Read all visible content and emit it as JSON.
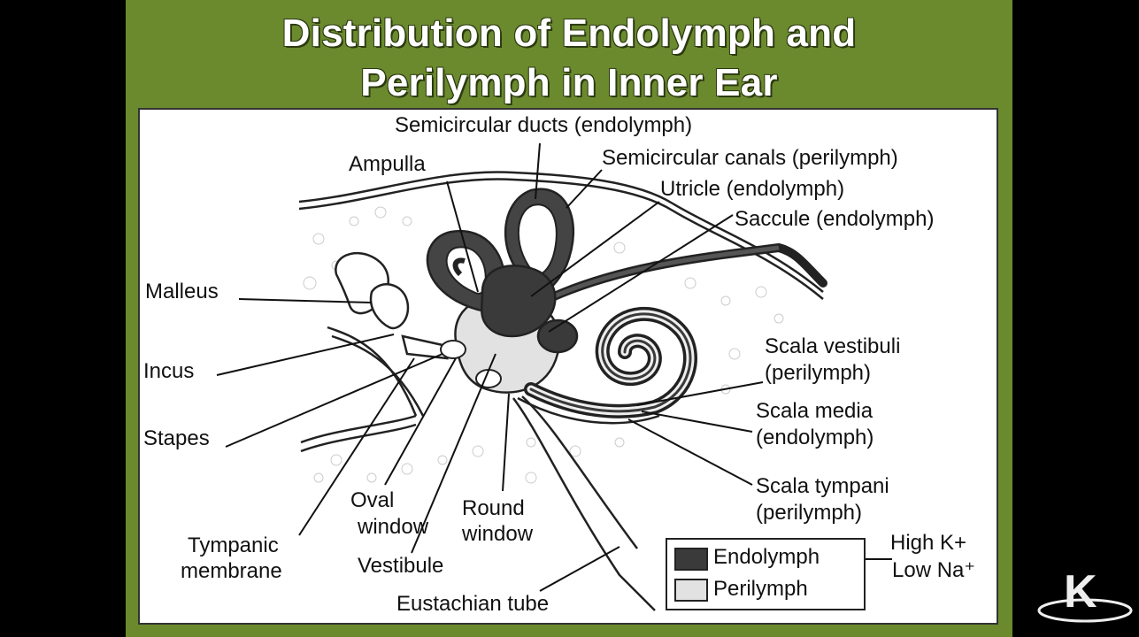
{
  "slide": {
    "title_line1": "Distribution of Endolymph and",
    "title_line2": "Perilymph in Inner Ear",
    "background_color": "#6b8a2e"
  },
  "labels": {
    "semicircular_ducts": "Semicircular ducts (endolymph)",
    "ampulla": "Ampulla",
    "semicircular_canals": "Semicircular canals (perilymph)",
    "utricle": "Utricle (endolymph)",
    "saccule": "Saccule (endolymph)",
    "malleus": "Malleus",
    "incus": "Incus",
    "stapes": "Stapes",
    "scala_vestibuli_1": "Scala vestibuli",
    "scala_vestibuli_2": "(perilymph)",
    "scala_media_1": "Scala media",
    "scala_media_2": "(endolymph)",
    "scala_tympani_1": "Scala tympani",
    "scala_tympani_2": "(perilymph)",
    "oval_window_1": "Oval",
    "oval_window_2": "window",
    "round_window_1": "Round",
    "round_window_2": "window",
    "tympanic_membrane_1": "Tympanic",
    "tympanic_membrane_2": "membrane",
    "vestibule": "Vestibule",
    "eustachian_tube": "Eustachian tube"
  },
  "legend": {
    "endolymph": "Endolymph",
    "perilymph": "Perilymph",
    "high_k": "High K+",
    "low_na": "Low Na⁺",
    "endolymph_color": "#3a3a3a",
    "perilymph_color": "#e2e2e2"
  },
  "logo": {
    "letter": "K"
  }
}
